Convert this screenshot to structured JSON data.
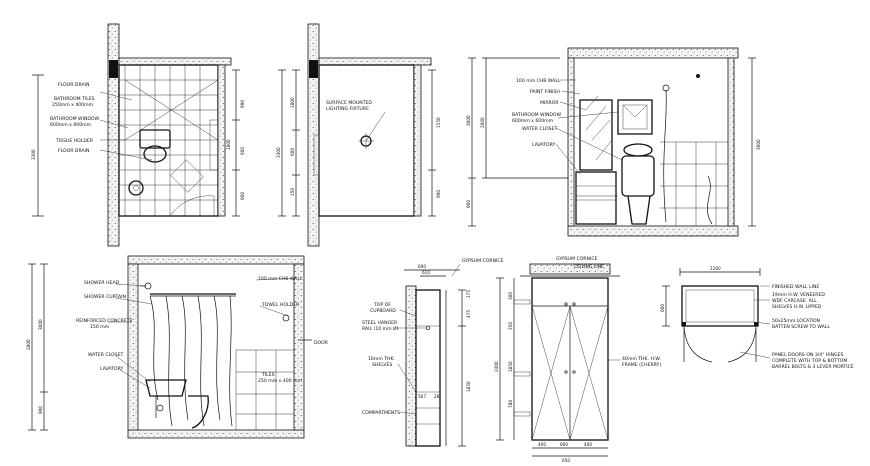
{
  "plan": {
    "dims": [
      "3300",
      "990",
      "600",
      "1800",
      "900"
    ],
    "labels": [
      "FLOOR DRAIN",
      "BATHROOM TILES",
      "250mm x 400mm",
      "BATHROOM WINDOW",
      "600mm x 600mm",
      "TISSUE HOLDER",
      "FLOOR DRAIN"
    ]
  },
  "ceiling": {
    "dims": [
      "3300",
      "1800",
      "600",
      "150",
      "1550",
      "900"
    ],
    "labels": [
      "SURFACE MOUNTED",
      "LIGHTING FIXTURE"
    ]
  },
  "elev_right": {
    "dims": [
      "3000",
      "2000",
      "3600",
      "900"
    ],
    "labels": [
      "100 mm CHB WALL",
      "PAINT FINISH",
      "MIRROR",
      "BATHROOM WINDOW",
      "600mm x 600mm",
      "WATER CLOSET",
      "LAVATORY"
    ]
  },
  "elev_left": {
    "dims": [
      "3000",
      "2800",
      "900"
    ],
    "labels": [
      "SHOWER HEAD",
      "SHOWER CURTAIN",
      "REINFORCED CONCRETE",
      "150 mm",
      "WATER CLOSET",
      "LAVATORY",
      "100 mm CHB WALL",
      "TOWEL HOLDER",
      "DOOR",
      "TILES",
      "250 mm x 400 mm"
    ]
  },
  "cabinet_section": {
    "dims": [
      "600",
      "610",
      "175",
      "475",
      "1850",
      "567",
      "28"
    ],
    "labels": [
      "GYPSUM CORNICE",
      "TOP OF",
      "CUPBOARD",
      "STEEL HANGER",
      "RAIL (10 mm Ø)",
      "16mm THK.",
      "SHELVES",
      "COMPARTMENTS"
    ]
  },
  "cabinet_front": {
    "dims": [
      "2400",
      "300",
      "350",
      "1850",
      "780",
      "400",
      "600",
      "400",
      "650"
    ],
    "labels": [
      "GYPSUM CORNICE",
      "CEILING LINE",
      "40mm THK. H.W.",
      "FRAME (CHERRY)"
    ]
  },
  "cabinet_plan": {
    "dims": [
      "1260",
      "600"
    ],
    "labels": [
      "FINISHED WALL LINE",
      "19mm H.W. VENEERED",
      "WDF CARCASE. ALL",
      "SHELVES H.W. LIPPED",
      "50x25mm LOCATION",
      "BATTEN SCREW TO WALL",
      "PANEL DOORS ON 3/4\" HINGES",
      "COMPLETE WITH TOP & BOTTOM",
      "BARREL BOLTS & 3 LEVER MORTICE"
    ]
  }
}
